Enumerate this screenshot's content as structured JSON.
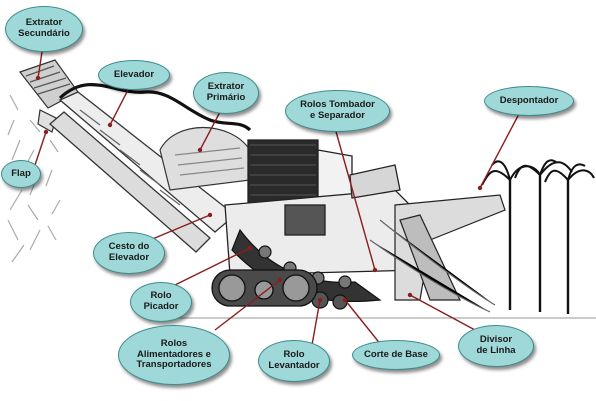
{
  "diagram": {
    "labels": {
      "extrator_secundario": "Extrator\nSecundário",
      "elevador": "Elevador",
      "extrator_primario": "Extrator\nPrimário",
      "rolos_tombador": "Rolos Tombador\ne  Separador",
      "despontador": "Despontador",
      "flap": "Flap",
      "cesto_elevador": "Cesto do\nElevador",
      "rolo_picador": "Rolo\nPicador",
      "rolos_alimentadores": "Rolos\nAlimentadores e\nTransportadores",
      "rolo_levantador": "Rolo\nLevantador",
      "corte_de_base": "Corte de Base",
      "divisor_de_linha": "Divisor\nde  Linha"
    },
    "colors": {
      "callout_fill": "#9fd8d8",
      "callout_border": "#3d8c8c",
      "leader": "#8a1d1d"
    }
  }
}
